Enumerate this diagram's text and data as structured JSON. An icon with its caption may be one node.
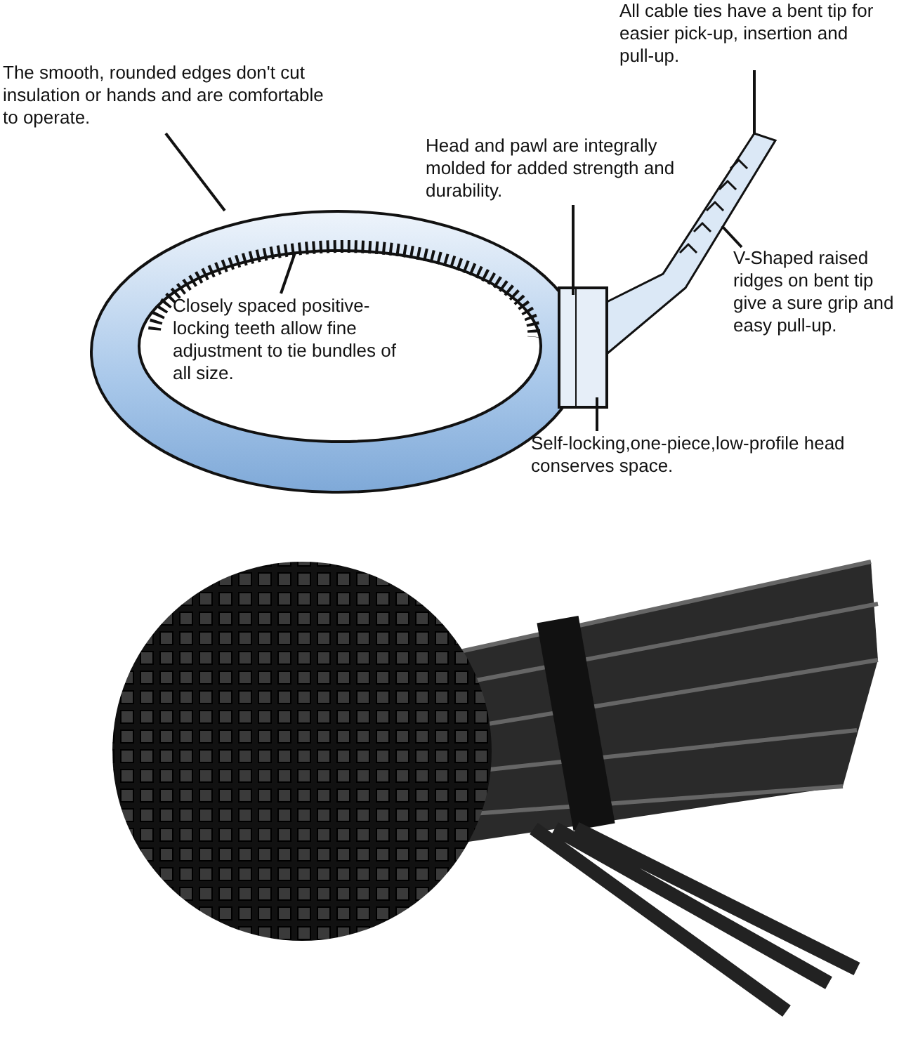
{
  "diagram": {
    "nodes": [
      {
        "text": [
          "All cable ties have a bent tip for easier pick-up, insertion and pull-up."
        ]
      },
      {
        "text": [
          "The smooth, rounded edges don't cut insulation or hands and are comfortable to operate."
        ]
      },
      {
        "text": [
          "Head and pawl are integrally molded for added strength and durability."
        ]
      },
      {
        "text": [
          "V-Shaped raised ridges on bent tip give a sure grip and easy pull-up."
        ]
      },
      {
        "text": [
          "Closely spaced positive-locking teeth allow fine adjustment to tie bundles of all size."
        ]
      },
      {
        "text": [
          "Self-locking,one-piece,low-profile head conserves space."
        ]
      }
    ],
    "edges": [
      {
        "from": 0,
        "to": null,
        "arrow": "none"
      },
      {
        "from": 1,
        "to": null,
        "arrow": "none"
      },
      {
        "from": 2,
        "to": null,
        "arrow": "none"
      },
      {
        "from": 3,
        "to": null,
        "arrow": "none"
      },
      {
        "from": 4,
        "to": null,
        "arrow": "none"
      },
      {
        "from": 5,
        "to": null,
        "arrow": "none"
      }
    ]
  }
}
